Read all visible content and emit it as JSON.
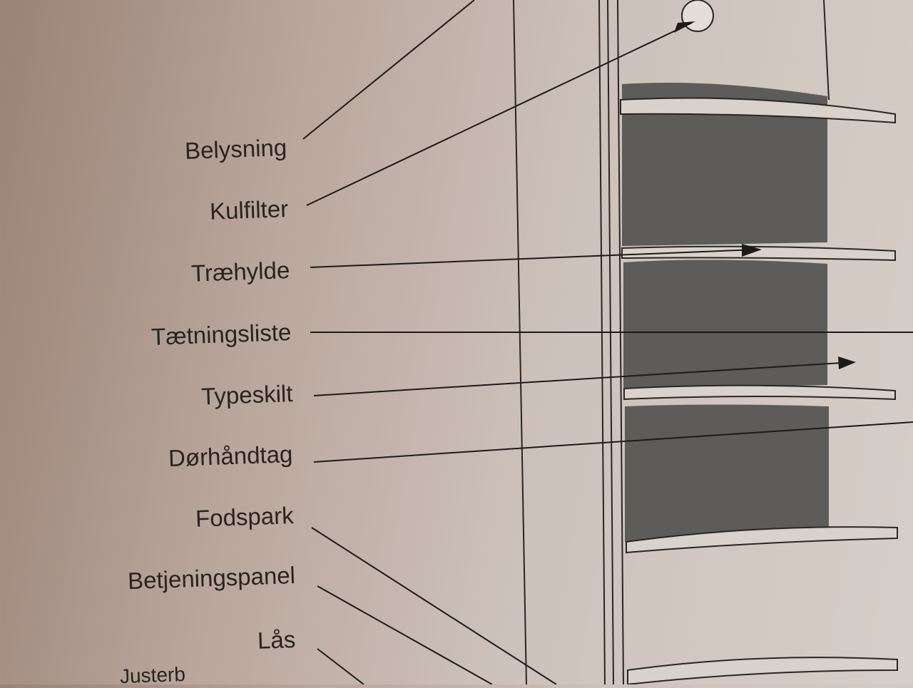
{
  "diagram": {
    "labels": [
      "Belysning",
      "Kulfilter",
      "Træhylde",
      "Tætningsliste",
      "Typeskilt",
      "Dørhåndtag",
      "Fodspark",
      "Betjeningspanel",
      "Lås",
      "Justerb"
    ]
  }
}
